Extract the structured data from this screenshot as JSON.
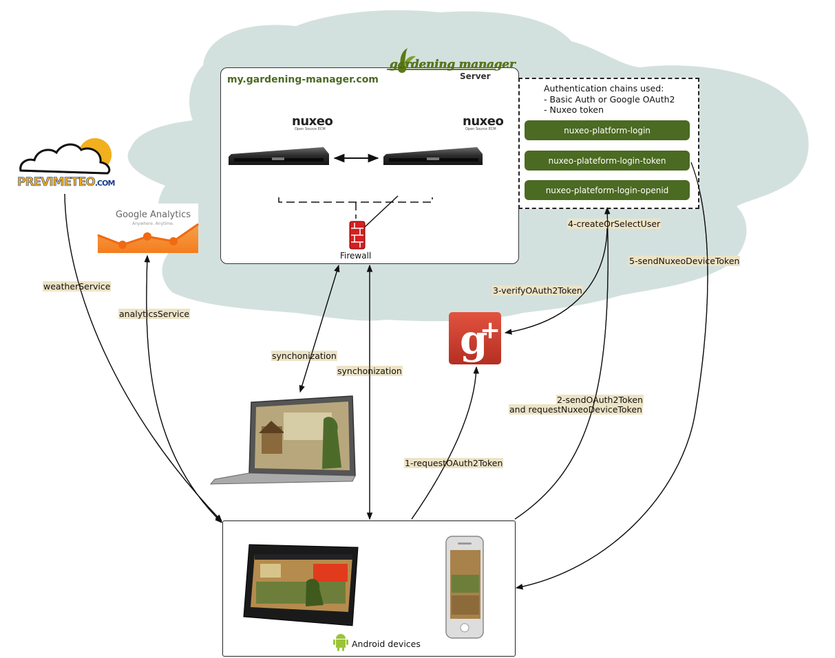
{
  "server": {
    "domain": "my.gardening-manager.com",
    "brand_name": "gardening manager",
    "brand_subtitle": "Server",
    "nuxeo_logo_text": "nuxeo",
    "nuxeo_logo_subtext": "Open Source ECM",
    "firewall_label": "Firewall"
  },
  "auth": {
    "intro_lines": [
      "Authentication chains used:",
      "- Basic Auth or Google OAuth2",
      "- Nuxeo token"
    ],
    "chains": [
      "nuxeo-platform-login",
      "nuxeo-plateform-login-token",
      "nuxeo-plateform-login-openid"
    ]
  },
  "services": {
    "previmeteo_prefix": "PREVIMETEO",
    "previmeteo_suffix": ".COM",
    "ga_title": "Google Analytics",
    "ga_tagline": "Anywhere. Anytime."
  },
  "edges": {
    "weather": "weatherService",
    "analytics": "analyticsService",
    "sync_laptop": "synchonization",
    "sync_devices": "synchonization",
    "step1": "1-requestOAuth2Token",
    "step2_line1": "2-sendOAuth2Token",
    "step2_line2": "and requestNuxeoDeviceToken",
    "step3": "3-verifyOAuth2Token",
    "step4": "4-createOrSelectUser",
    "step5": "5-sendNuxeoDeviceToken"
  },
  "devices": {
    "label": "Android devices"
  },
  "colors": {
    "cloud": "#d3e1de",
    "brand_green": "#4b6a22",
    "label_bg": "#ede3c6",
    "firewall_red": "#d42020",
    "gplus_red": "#cf3a2c"
  },
  "icons": [
    "cloud-background",
    "server-rack-icon",
    "firewall-icon",
    "google-plus-icon",
    "laptop-icon",
    "tablet-icon",
    "phone-icon",
    "android-icon",
    "sun-cloud-icon",
    "analytics-chart-icon"
  ]
}
